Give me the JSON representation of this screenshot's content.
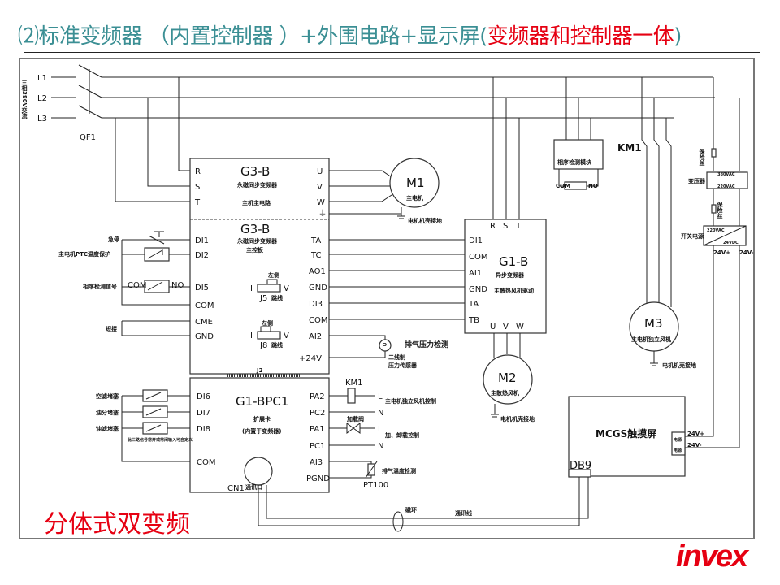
{
  "title": {
    "main": "⑵标准变频器 （内置控制器 ）+外围电路+显示屏(",
    "highlight": "变频器和控制器一体",
    "close": ")"
  },
  "subtitle": "分体式双变频",
  "logo": "invex",
  "colors": {
    "title": "#3b8f94",
    "accent": "#e60012",
    "line": "#222222"
  },
  "supply": {
    "label": "三相380V交流",
    "lines": [
      "L1",
      "L2",
      "L3"
    ],
    "breaker": "QF1"
  },
  "g3b_power": {
    "name": "G3-B",
    "desc1": "永磁同步变频器",
    "desc2": "主机主电路",
    "left_pins": [
      "R",
      "S",
      "T"
    ],
    "right_pins": [
      "U",
      "V",
      "W",
      "⏚"
    ]
  },
  "m1": {
    "name": "M1",
    "desc": "主电机",
    "ground": "电机机壳接地"
  },
  "g3b_control": {
    "name": "G3-B",
    "desc1": "永磁同步变频器",
    "desc2": "主控板",
    "left_pins": [
      "DI1",
      "DI2",
      "DI5",
      "COM",
      "CME",
      "GND"
    ],
    "right_pins": [
      "TA",
      "TC",
      "AO1",
      "GND",
      "DI3",
      "COM",
      "AI2",
      "+24V"
    ],
    "j5": {
      "label": "J5",
      "side": "左侧",
      "suffix": "跳线",
      "i": "I",
      "v": "V"
    },
    "j8": {
      "label": "J8",
      "side": "左侧",
      "suffix": "跳线",
      "i": "I",
      "v": "V"
    },
    "j2": "J2"
  },
  "left_inputs": {
    "estop": "急停",
    "ptc": "主电机PTC温度保护",
    "phase": "相序检测信号",
    "com": "COM",
    "no": "NO",
    "short": "短接"
  },
  "pressure": {
    "label": "排气压力检测",
    "sensor1": "二线制",
    "sensor2": "压力传感器",
    "symbol": "P"
  },
  "g1b": {
    "name": "G1-B",
    "desc1": "异步变频器",
    "desc2": "主散热风机驱动",
    "top_pins": [
      "R",
      "S",
      "T"
    ],
    "left_pins": [
      "DI1",
      "COM",
      "AI1",
      "GND",
      "TA",
      "TB"
    ],
    "bottom_pins": [
      "U",
      "V",
      "W"
    ]
  },
  "m2": {
    "name": "M2",
    "desc": "主散热风机",
    "ground": "电机机壳接地"
  },
  "phase_module": {
    "label": "相序检测模块",
    "com": "COM",
    "no": "NO"
  },
  "km1": "KM1",
  "m3": {
    "name": "M3",
    "desc": "主电机独立风机",
    "ground": "电机机壳接地"
  },
  "power_side": {
    "fuse": "保险丝",
    "transformer": "变压器",
    "primary": "380VAC",
    "secondary": "220VAC",
    "psu": "开关电源",
    "psu_in": "220VAC",
    "psu_out": "24VDC",
    "v_plus": "24V+",
    "v_minus": "24V-"
  },
  "expansion": {
    "name": "G1-BPC1",
    "desc1": "扩展卡",
    "desc2": "(内置于变频器)",
    "left_pins": [
      "DI6",
      "DI7",
      "DI8",
      "COM"
    ],
    "right_pins": [
      "PA2",
      "PC2",
      "PA1",
      "PC1",
      "AI3",
      "PGND"
    ],
    "inputs": [
      "空滤堵塞",
      "油分堵塞",
      "油滤堵塞"
    ],
    "inputs_note": "此三路信号常开或常闭输入可自定义",
    "cn1": "CN1",
    "cn1_note": "通讯口"
  },
  "outputs": {
    "km1": "KM1",
    "fan_ctrl": "主电机独立风机控制",
    "valve": "加载阀",
    "load_ctrl": "加、卸载控制",
    "temp": "排气温度检测",
    "pt100": "PT100",
    "L": "L",
    "N": "N"
  },
  "hmi": {
    "label": "MCGS触摸屏",
    "db9": "DB9",
    "v_plus": "24V+",
    "v_minus": "24V-",
    "pwr1": "电源",
    "pwr2": "电源"
  },
  "comm": {
    "ring": "磁环",
    "cable": "通讯线"
  }
}
